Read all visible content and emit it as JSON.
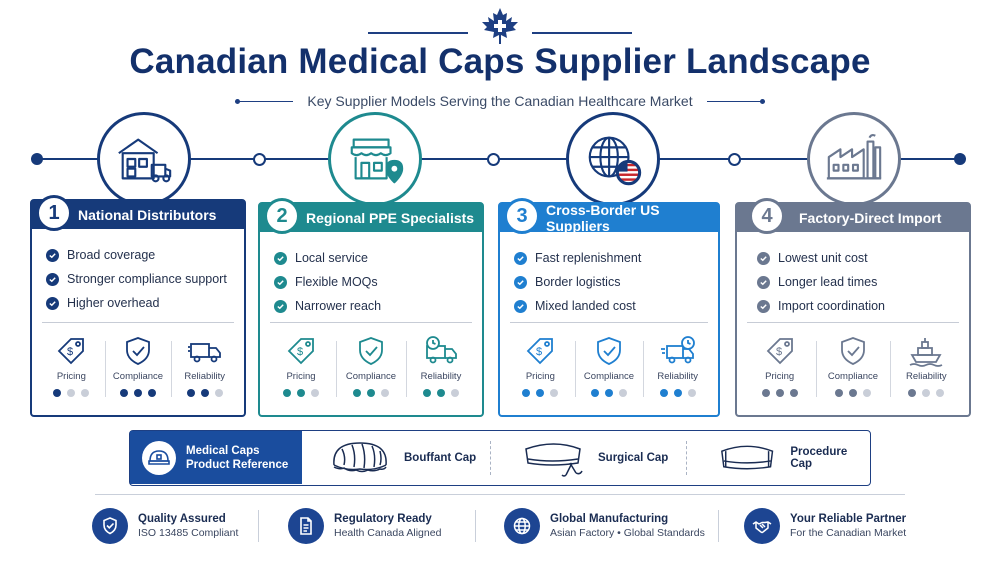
{
  "header": {
    "title": "Canadian Medical Caps Supplier Landscape",
    "subtitle": "Key Supplier Models Serving the Canadian Healthcare Market",
    "icon": "maple-leaf-medical-cross-icon"
  },
  "colors": {
    "navy": "#163a7a",
    "blue": "#1a4d9e",
    "teal": "#1e8a8f",
    "sky": "#1f7fd0",
    "slate": "#6b7890",
    "dot_inactive": "#c9ced8"
  },
  "suppliers": [
    {
      "number": "1",
      "name": "National Distributors",
      "icon": "warehouse-truck-icon",
      "features": [
        "Broad coverage",
        "Stronger compliance support",
        "Higher overhead"
      ],
      "metrics": [
        {
          "label": "Pricing",
          "icon": "price-tag-icon",
          "rating": 1,
          "max": 3
        },
        {
          "label": "Compliance",
          "icon": "shield-check-icon",
          "rating": 3,
          "max": 3
        },
        {
          "label": "Reliability",
          "icon": "delivery-truck-icon",
          "rating": 2,
          "max": 3
        }
      ]
    },
    {
      "number": "2",
      "name": "Regional PPE Specialists",
      "icon": "storefront-location-icon",
      "features": [
        "Local service",
        "Flexible MOQs",
        "Narrower reach"
      ],
      "metrics": [
        {
          "label": "Pricing",
          "icon": "price-tag-icon",
          "rating": 2,
          "max": 3
        },
        {
          "label": "Compliance",
          "icon": "shield-check-icon",
          "rating": 2,
          "max": 3
        },
        {
          "label": "Reliability",
          "icon": "truck-clock-icon",
          "rating": 2,
          "max": 3
        }
      ]
    },
    {
      "number": "3",
      "name": "Cross-Border US Suppliers",
      "icon": "globe-us-flag-icon",
      "features": [
        "Fast replenishment",
        "Border logistics",
        "Mixed landed cost"
      ],
      "metrics": [
        {
          "label": "Pricing",
          "icon": "price-tag-icon",
          "rating": 2,
          "max": 3
        },
        {
          "label": "Compliance",
          "icon": "shield-check-icon",
          "rating": 2,
          "max": 3
        },
        {
          "label": "Reliability",
          "icon": "fast-truck-clock-icon",
          "rating": 2,
          "max": 3
        }
      ]
    },
    {
      "number": "4",
      "name": "Factory-Direct Import",
      "icon": "factory-icon",
      "features": [
        "Lowest unit cost",
        "Longer lead times",
        "Import coordination"
      ],
      "metrics": [
        {
          "label": "Pricing",
          "icon": "price-tag-icon",
          "rating": 3,
          "max": 3
        },
        {
          "label": "Compliance",
          "icon": "shield-check-icon",
          "rating": 2,
          "max": 3
        },
        {
          "label": "Reliability",
          "icon": "cargo-ship-icon",
          "rating": 1,
          "max": 3
        }
      ]
    }
  ],
  "reference": {
    "title_line1": "Medical Caps",
    "title_line2": "Product Reference",
    "icon": "cap-icon",
    "caps": [
      {
        "label": "Bouffant Cap",
        "icon": "bouffant-cap-icon"
      },
      {
        "label": "Surgical Cap",
        "icon": "surgical-cap-icon"
      },
      {
        "label": "Procedure Cap",
        "icon": "procedure-cap-icon"
      }
    ]
  },
  "footer": [
    {
      "title": "Quality Assured",
      "subtitle": "ISO 13485 Compliant",
      "icon": "shield-check-icon"
    },
    {
      "title": "Regulatory Ready",
      "subtitle": "Health Canada Aligned",
      "icon": "document-icon"
    },
    {
      "title": "Global Manufacturing",
      "subtitle": "Asian Factory • Global Standards",
      "icon": "globe-icon"
    },
    {
      "title": "Your Reliable Partner",
      "subtitle": "For the Canadian Market",
      "icon": "handshake-icon"
    }
  ]
}
